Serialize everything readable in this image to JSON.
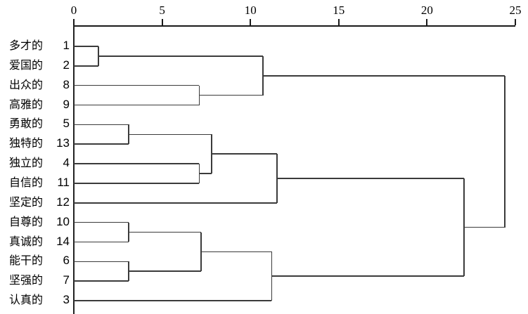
{
  "chart_data": {
    "type": "dendrogram",
    "title": "",
    "xlabel": "",
    "ylabel": "",
    "axis": {
      "position": "top",
      "min": 0,
      "max": 25,
      "ticks": [
        0,
        5,
        10,
        15,
        20,
        25
      ],
      "tick_labels": [
        "0",
        "5",
        "10",
        "15",
        "20",
        "25"
      ],
      "grid": false
    },
    "leaves": [
      {
        "order": 1,
        "id": "1",
        "label": "多才的"
      },
      {
        "order": 2,
        "id": "2",
        "label": "爱国的"
      },
      {
        "order": 3,
        "id": "8",
        "label": "出众的"
      },
      {
        "order": 4,
        "id": "9",
        "label": "高雅的"
      },
      {
        "order": 5,
        "id": "5",
        "label": "勇敢的"
      },
      {
        "order": 6,
        "id": "13",
        "label": "独特的"
      },
      {
        "order": 7,
        "id": "4",
        "label": "独立的"
      },
      {
        "order": 8,
        "id": "11",
        "label": "自信的"
      },
      {
        "order": 9,
        "id": "12",
        "label": "坚定的"
      },
      {
        "order": 10,
        "id": "10",
        "label": "自尊的"
      },
      {
        "order": 11,
        "id": "14",
        "label": "真诚的"
      },
      {
        "order": 12,
        "id": "6",
        "label": "能干的"
      },
      {
        "order": 13,
        "id": "7",
        "label": "坚强的"
      },
      {
        "order": 14,
        "id": "3",
        "label": "认真的"
      }
    ],
    "merges": [
      {
        "name": "m1",
        "members": [
          "1",
          "2"
        ],
        "distance": 1.4,
        "children_rows": [
          1,
          2
        ]
      },
      {
        "name": "m2",
        "members": [
          "8",
          "9"
        ],
        "distance": 7.1,
        "children_rows": [
          3,
          4
        ]
      },
      {
        "name": "m3",
        "members": [
          "1",
          "2",
          "8",
          "9"
        ],
        "distance": 10.7,
        "children_rows": [
          1.5,
          3.5
        ]
      },
      {
        "name": "m4",
        "members": [
          "5",
          "13"
        ],
        "distance": 3.1,
        "children_rows": [
          5,
          6
        ]
      },
      {
        "name": "m5",
        "members": [
          "4",
          "11"
        ],
        "distance": 7.1,
        "children_rows": [
          7,
          8
        ]
      },
      {
        "name": "m6",
        "members": [
          "5",
          "13",
          "4",
          "11"
        ],
        "distance": 7.8,
        "children_rows": [
          5.5,
          7.5
        ]
      },
      {
        "name": "m7",
        "members": [
          "5",
          "13",
          "4",
          "11",
          "12"
        ],
        "distance": 11.5,
        "children_rows": [
          6.5,
          9
        ]
      },
      {
        "name": "m8",
        "members": [
          "10",
          "14"
        ],
        "distance": 3.1,
        "children_rows": [
          10,
          11
        ]
      },
      {
        "name": "m9",
        "members": [
          "6",
          "7"
        ],
        "distance": 3.1,
        "children_rows": [
          12,
          13
        ]
      },
      {
        "name": "m10",
        "members": [
          "10",
          "14",
          "6",
          "7"
        ],
        "distance": 7.2,
        "children_rows": [
          10.5,
          12.5
        ]
      },
      {
        "name": "m11",
        "members": [
          "10",
          "14",
          "6",
          "7",
          "3"
        ],
        "distance": 11.2,
        "children_rows": [
          11.5,
          14
        ]
      },
      {
        "name": "m12",
        "members": [
          "5",
          "13",
          "4",
          "11",
          "12",
          "10",
          "14",
          "6",
          "7",
          "3"
        ],
        "distance": 22.1,
        "children_rows": [
          7.75,
          12.75
        ]
      },
      {
        "name": "m13",
        "members": [
          "all"
        ],
        "distance": 24.4,
        "children_rows": [
          2.5,
          10.25
        ]
      }
    ],
    "colors": {
      "stroke": "#3b3b3b",
      "axis": "#1a1a1a",
      "text": "#000000",
      "background": "#ffffff"
    }
  }
}
